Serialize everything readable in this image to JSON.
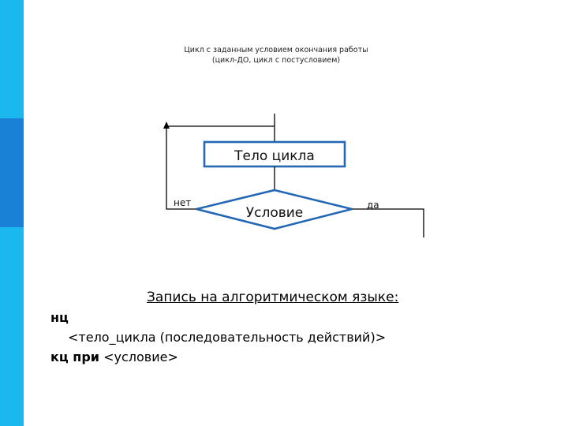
{
  "title": {
    "line1": "Цикл с заданным условием окончания работы",
    "line2": "(цикл-ДО, цикл с постусловием)"
  },
  "flowchart": {
    "body_label": "Тело цикла",
    "condition_label": "Условие",
    "no_label": "нет",
    "yes_label": "да",
    "line_color": "#2468b5",
    "arrow_color": "#000000"
  },
  "code": {
    "heading": "Запись на алгоритмическом языке:",
    "begin_keyword": "нц",
    "body_text": "<тело_цикла (последовательность действий)>",
    "end_keyword": "кц при",
    "end_condition": " <условие>"
  }
}
